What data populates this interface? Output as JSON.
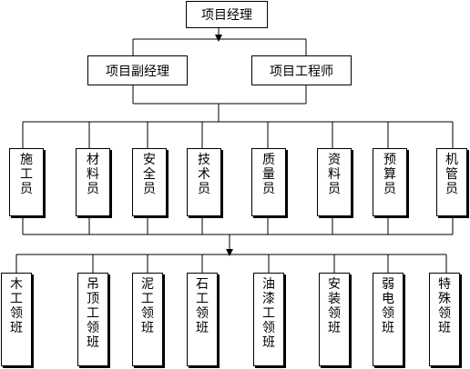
{
  "top": {
    "label": "项目经理"
  },
  "level2": [
    {
      "id": "deputy",
      "label": "项目副经理"
    },
    {
      "id": "engineer",
      "label": "项目工程师"
    }
  ],
  "staff": [
    {
      "id": "construction",
      "label": "施工员"
    },
    {
      "id": "material",
      "label": "材料员"
    },
    {
      "id": "safety",
      "label": "安全员"
    },
    {
      "id": "technician",
      "label": "技术员"
    },
    {
      "id": "quality",
      "label": "质量员"
    },
    {
      "id": "documents",
      "label": "资料员"
    },
    {
      "id": "budget",
      "label": "预算员"
    },
    {
      "id": "machinery",
      "label": "机管员"
    }
  ],
  "crews": [
    {
      "id": "carpenter",
      "label": "木工领班"
    },
    {
      "id": "ceiling",
      "label": "吊顶工领班"
    },
    {
      "id": "mason",
      "label": "泥工领班"
    },
    {
      "id": "stone",
      "label": "石工领班"
    },
    {
      "id": "painter",
      "label": "油漆工领班"
    },
    {
      "id": "installer",
      "label": "安装领班"
    },
    {
      "id": "lowvoltage",
      "label": "弱电领班"
    },
    {
      "id": "special",
      "label": "特殊领班"
    }
  ]
}
